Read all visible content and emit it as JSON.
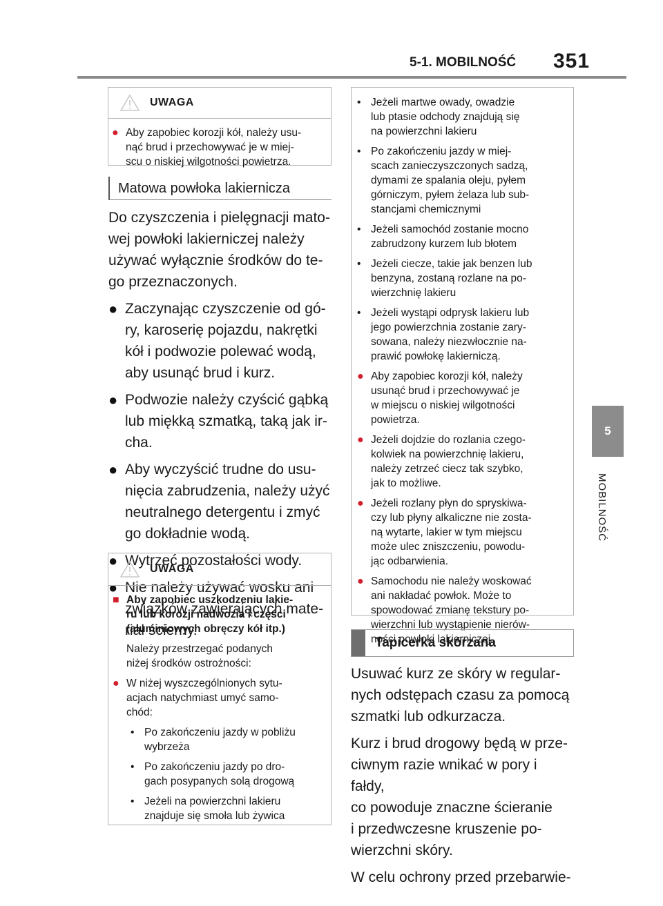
{
  "header": {
    "section": "5-1. MOBILNOŚĆ",
    "page_number": "351"
  },
  "side_tab": {
    "number": "5",
    "label": "MOBILNOŚĆ"
  },
  "warning_top": {
    "title": "UWAGA",
    "lines": [
      "Aby zapobiec korozji kół, należy usu-",
      "nąć brud i przechowywać je w miej-",
      "scu o niskiej wilgotności powietrza."
    ]
  },
  "matte": {
    "heading": "Matowa powłoka lakiernicza",
    "intro": [
      "Do czyszczenia i pielęgnacji mato-",
      "wej powłoki lakierniczej należy",
      "używać wyłącznie środków do te-",
      "go przeznaczonych."
    ],
    "bullets": [
      [
        "Zaczynając czyszczenie od gó-",
        "ry, karoserię pojazdu, nakrętki",
        "kół i podwozie polewać wodą,",
        "aby usunąć brud i kurz."
      ],
      [
        "Podwozie należy czyścić gąbką",
        "lub miękką szmatką, taką jak ir-",
        "cha."
      ],
      [
        "Aby wyczyścić trudne do usu-",
        "nięcia zabrudzenia, należy użyć",
        "neutralnego detergentu i zmyć",
        "go dokładnie wodą."
      ],
      [
        "Wytrzeć pozostałości wody."
      ],
      [
        "Nie należy używać wosku ani",
        "związków zawierających mate-",
        "riał ścierny."
      ]
    ]
  },
  "warning_bottom": {
    "title": "UWAGA",
    "bold_lines": [
      "Aby zapobiec uszkodzeniu lakie-",
      "ru lub korozji nadwozia i części",
      "(aluminiowych obręczy kół itp.)"
    ],
    "intro_lines": [
      "Należy przestrzegać podanych",
      "niżej środków ostrożności:"
    ],
    "circle_lines": [
      "W niżej wyszczególnionych sytu-",
      "acjach natychmiast umyć samo-",
      "chód:"
    ],
    "subs": [
      [
        "Po zakończeniu jazdy w pobliżu",
        "wybrzeża"
      ],
      [
        "Po zakończeniu jazdy po dro-",
        "gach posypanych solą drogową"
      ],
      [
        "Jeżeli na powierzchni lakieru",
        "znajduje się smoła lub żywica"
      ]
    ]
  },
  "right_box": {
    "subs": [
      [
        "Jeżeli martwe owady, owadzie",
        "lub ptasie odchody znajdują się",
        "na powierzchni lakieru"
      ],
      [
        "Po zakończeniu jazdy w miej-",
        "scach zanieczyszczonych sadzą,",
        "dymami ze spalania oleju, pyłem",
        "górniczym, pyłem żelaza lub sub-",
        "stancjami chemicznymi"
      ],
      [
        "Jeżeli samochód zostanie mocno",
        "zabrudzony kurzem lub błotem"
      ],
      [
        "Jeżeli ciecze, takie jak benzen lub",
        "benzyna, zostaną rozlane na po-",
        "wierzchnię lakieru"
      ],
      [
        "Jeżeli wystąpi odprysk lakieru lub",
        "jego powierzchnia zostanie zary-",
        "sowana, należy niezwłocznie na-",
        "prawić powłokę lakierniczą."
      ]
    ],
    "circles": [
      [
        "Aby zapobiec korozji kół, należy",
        "usunąć brud i przechowywać je",
        "w miejscu o niskiej wilgotności",
        "powietrza."
      ],
      [
        "Jeżeli dojdzie do rozlania czego-",
        "kolwiek na powierzchnię lakieru,",
        "należy zetrzeć ciecz tak szybko,",
        "jak to możliwe."
      ],
      [
        "Jeżeli rozlany płyn do spryskiwa-",
        "czy lub płyny alkaliczne nie zosta-",
        "ną wytarte, lakier w tym miejscu",
        "może ulec zniszczeniu, powodu-",
        "jąc odbarwienia."
      ],
      [
        "Samochodu nie należy woskować",
        "ani nakładać powłok. Może to",
        "spowodować zmianę tekstury po-",
        "wierzchni lub wystąpienie nierów-",
        "ności powłoki lakierniczej."
      ]
    ]
  },
  "leather": {
    "heading": "Tapicerka skórzana",
    "paragraphs": [
      [
        "Usuwać kurz ze skóry w regular-",
        "nych odstępach czasu za pomocą",
        "szmatki lub odkurzacza."
      ],
      [
        "Kurz i brud drogowy będą w prze-",
        "ciwnym razie wnikać w pory i fałdy,",
        "co powoduje znaczne ścieranie",
        "i przedwczesne kruszenie po-",
        "wierzchni skóry."
      ],
      [
        "W celu ochrony przed przebarwie-"
      ]
    ]
  },
  "icons": {
    "warning": "warning-triangle-icon",
    "circle_bullet": "red-circle-bullet-icon",
    "square_bullet": "red-square-bullet-icon"
  },
  "colors": {
    "accent": "#d21f2d",
    "rule": "#8a8a8a",
    "tab": "#8c8c8c",
    "heading_bar": "#6e6e6e"
  }
}
